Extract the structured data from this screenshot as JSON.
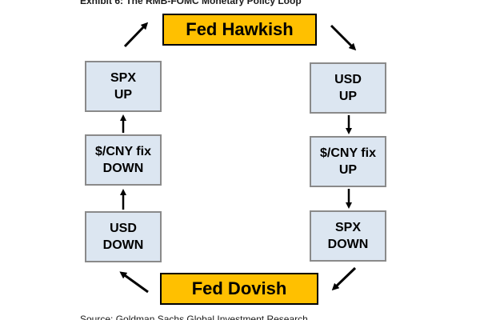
{
  "title": "Exhibit 6: The RMB-FOMC Monetary Policy Loop",
  "source": "Source: Goldman Sachs Global Investment Research",
  "top_node": "Fed Hawkish",
  "bottom_node": "Fed Dovish",
  "left_column": [
    {
      "line1": "SPX",
      "line2": "UP"
    },
    {
      "line1": "$/CNY fix",
      "line2": "DOWN"
    },
    {
      "line1": "USD",
      "line2": "DOWN"
    }
  ],
  "right_column": [
    {
      "line1": "USD",
      "line2": "UP"
    },
    {
      "line1": "$/CNY fix",
      "line2": "UP"
    },
    {
      "line1": "SPX",
      "line2": "DOWN"
    }
  ],
  "colors": {
    "policy_fill": "#ffc000",
    "cycle_fill": "#dce6f1",
    "cycle_border": "#8a8a8a",
    "arrow": "#000000"
  }
}
